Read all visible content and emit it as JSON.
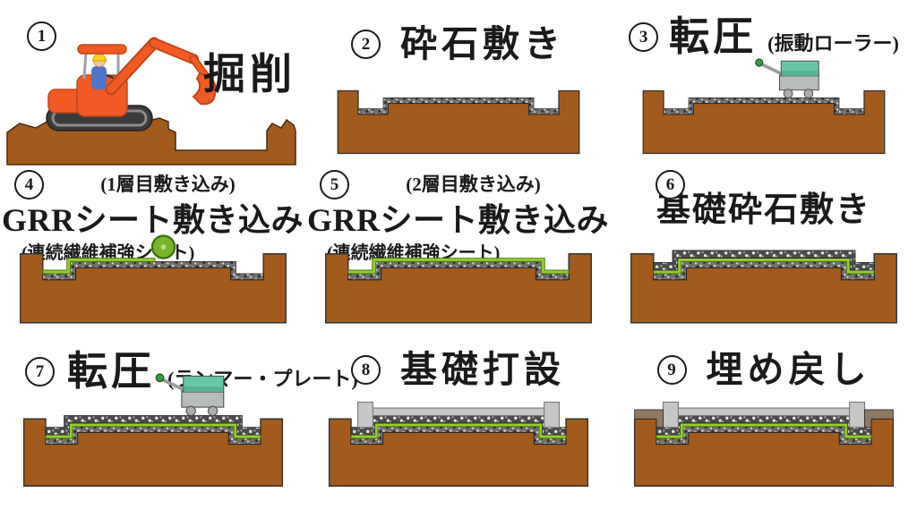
{
  "page": {
    "background": "#ffffff",
    "language": "ja"
  },
  "colors": {
    "earth": "#a25b1d",
    "earth_outline": "#4a2a10",
    "gravel_mid": "#707070",
    "gravel_dark": "#4b4b4b",
    "sheet_green": "#94cc2e",
    "sheet_edge": "#4a7a10",
    "roll_green": "#79b52a",
    "slab_gray": "#c6c6c6",
    "slab_edge": "#7a7a7a",
    "backfill": "#8c7a64",
    "machine_teal": "#66c7a8",
    "machine_gray": "#b9bdb9",
    "excavator_orange": "#f15a24",
    "excavator_outline": "#c0461c",
    "track_dark": "#3b3b3b",
    "helmet_yellow": "#ffd21f",
    "shirt_blue": "#4f74c9",
    "skin": "#f3c9a2"
  },
  "panels": [
    {
      "number": "1",
      "title": "掘削",
      "pre": "",
      "subtitle": "",
      "diagram": "excavation"
    },
    {
      "number": "2",
      "title": "砕石敷き",
      "pre": "",
      "subtitle": "",
      "diagram": "base"
    },
    {
      "number": "3",
      "title": "転圧",
      "pre": "",
      "subtitle": "(振動ローラー)",
      "diagram": "base+roller"
    },
    {
      "number": "4",
      "title": "GRRシート敷き込み",
      "pre": "(1層目敷き込み)",
      "subtitle": "(連続繊維補強シート)",
      "diagram": "sheet1"
    },
    {
      "number": "5",
      "title": "GRRシート敷き込み",
      "pre": "(2層目敷き込み)",
      "subtitle": "(連続繊維補強シート)",
      "diagram": "sheet2"
    },
    {
      "number": "6",
      "title": "基礎砕石敷き",
      "pre": "",
      "subtitle": "",
      "diagram": "gravel2"
    },
    {
      "number": "7",
      "title": "転圧",
      "pre": "",
      "subtitle": "(ランマー・プレート)",
      "diagram": "gravel2+plate"
    },
    {
      "number": "8",
      "title": "基礎打設",
      "pre": "",
      "subtitle": "",
      "diagram": "slab"
    },
    {
      "number": "9",
      "title": "埋め戻し",
      "pre": "",
      "subtitle": "",
      "diagram": "backfill"
    }
  ]
}
